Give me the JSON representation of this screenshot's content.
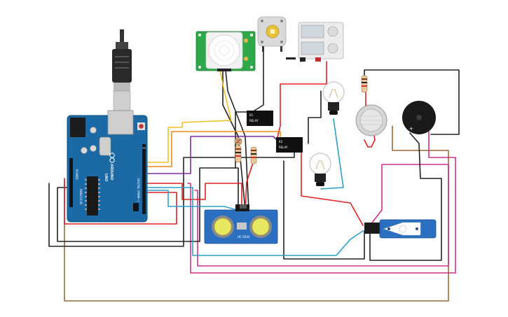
{
  "colors": {
    "arduino_board": "#1b6aa5",
    "wire_red": "#e02020",
    "wire_black": "#222222",
    "wire_yellow": "#f0c020",
    "wire_orange": "#f08a1c",
    "wire_purple": "#7a2fa0",
    "wire_teal": "#2aa0c8",
    "wire_magenta": "#d0308c",
    "wire_brown": "#9a6a3a",
    "pir_board": "#2ea84a",
    "servo_body": "#2a6fc0"
  },
  "arduino": {
    "brand": "ARDUINO",
    "model": "UNO",
    "header_digital": "DIGITAL (PWM~)",
    "header_power": "POWER",
    "header_analog": "ANALOG IN"
  },
  "ultrasonic": {
    "label": "HC-SR04"
  },
  "components": {
    "icons": [
      "usb-cable-icon",
      "pir-sensor-icon",
      "dc-motor-icon",
      "power-supply-icon",
      "relay-icon",
      "light-bulb-icon",
      "gas-sensor-icon",
      "piezo-buzzer-icon",
      "micro-servo-icon",
      "resistor-icon",
      "photoresistor-icon"
    ]
  }
}
